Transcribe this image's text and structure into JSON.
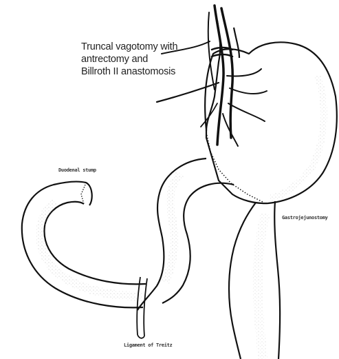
{
  "title_lines": [
    "Truncal vagotomy with",
    "antrectomy and",
    "Billroth II anastomosis"
  ],
  "labels": {
    "duodenal_stump": "Duodenal stump",
    "gastrojejunostomy": "Gastrojejunostomy",
    "ligament_of_treitz": "Ligament of Treitz"
  },
  "colors": {
    "ink": "#111111",
    "paper": "#ffffff",
    "stipple": "#9a9a9a"
  }
}
